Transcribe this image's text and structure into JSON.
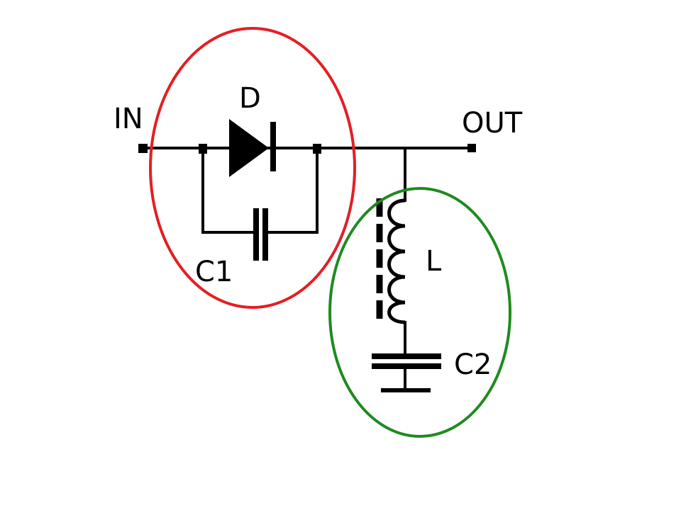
{
  "labels": {
    "in": "IN",
    "out": "OUT",
    "diode": "D",
    "c1": "C1",
    "inductor": "L",
    "c2": "C2"
  },
  "colors": {
    "group1_outline": "#e41e24",
    "group2_outline": "#1f8a1f",
    "wire": "#000000",
    "background": "#ffffff"
  }
}
